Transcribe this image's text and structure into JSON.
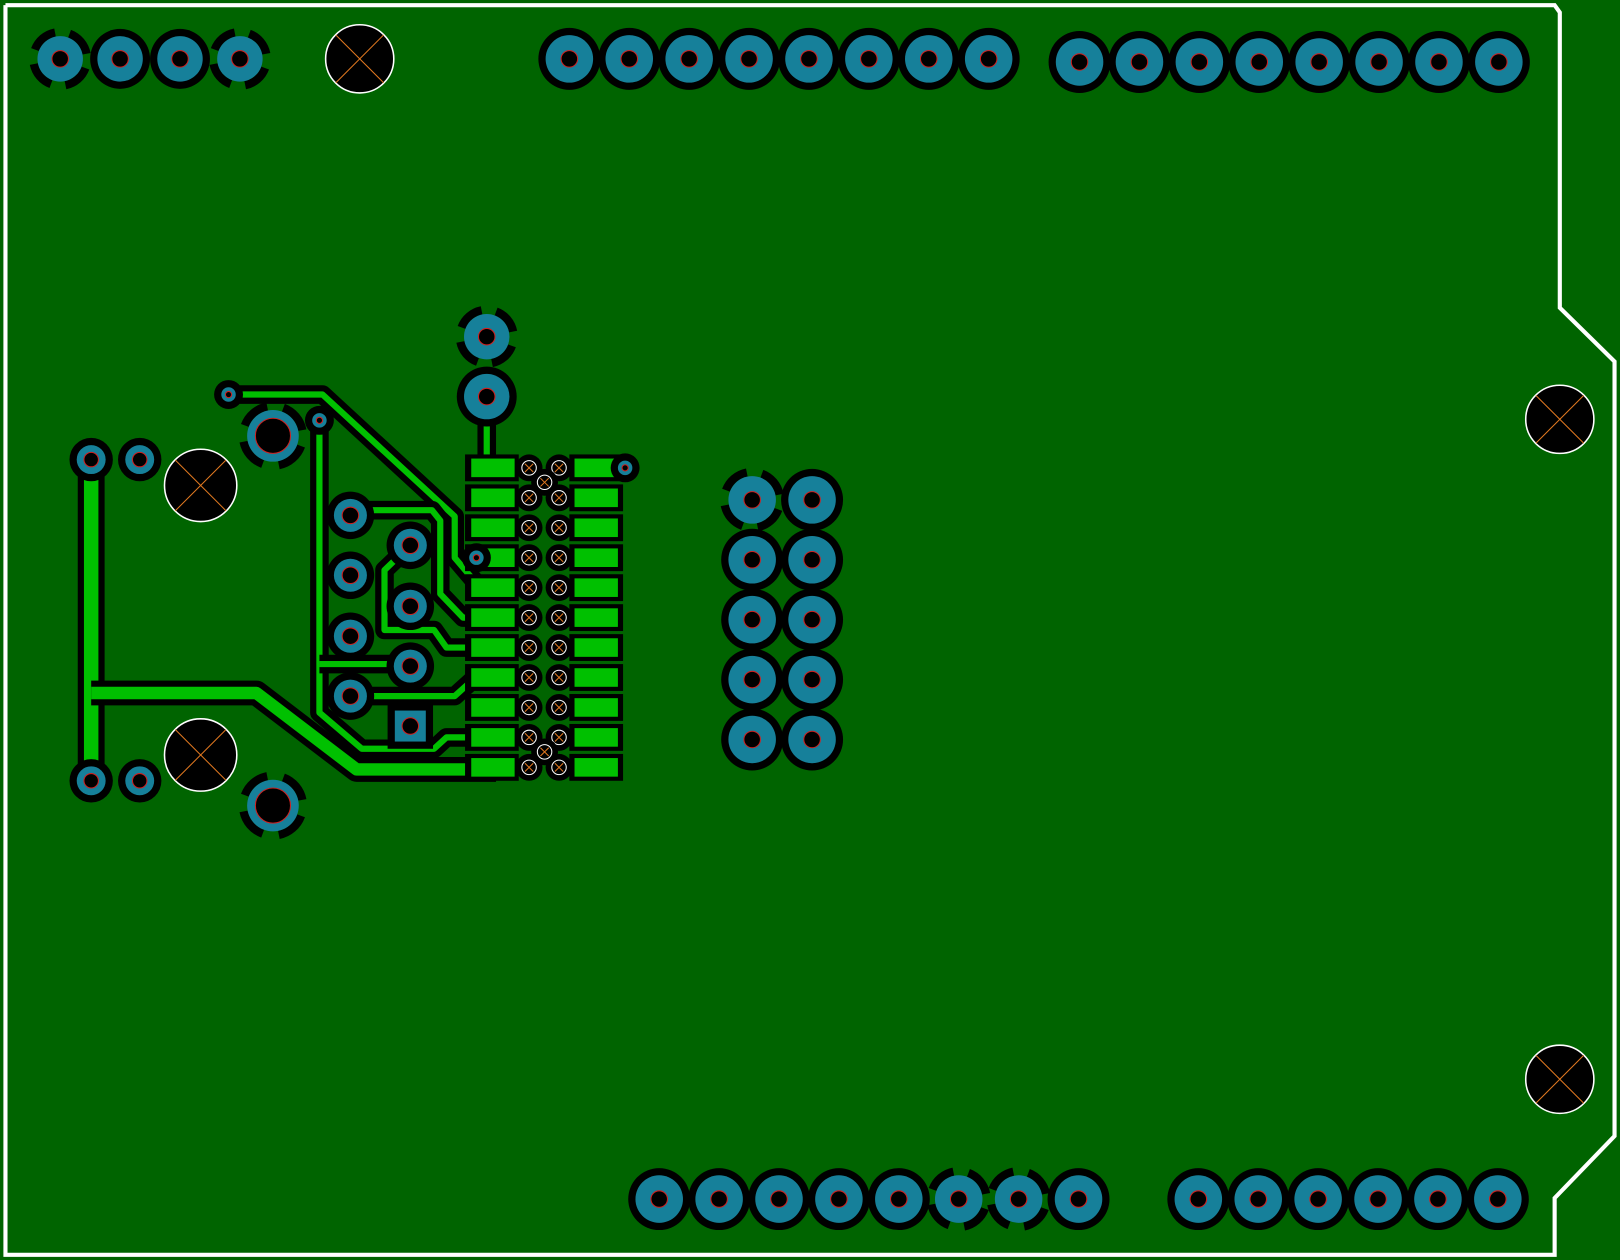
{
  "colors": {
    "board": "#006400",
    "outline": "#ffffff",
    "trace": "#00c000",
    "pad": "#16809a",
    "clearance": "#000000",
    "drill_ring": "#d02020",
    "mount_cross": "#e07820"
  },
  "components": {
    "top_headers": [
      4,
      8,
      8
    ],
    "bottom_headers": [
      8,
      6
    ],
    "center_header": {
      "rows": 5,
      "cols": 2
    },
    "connector_rows": 11,
    "mounting_holes": 5
  }
}
